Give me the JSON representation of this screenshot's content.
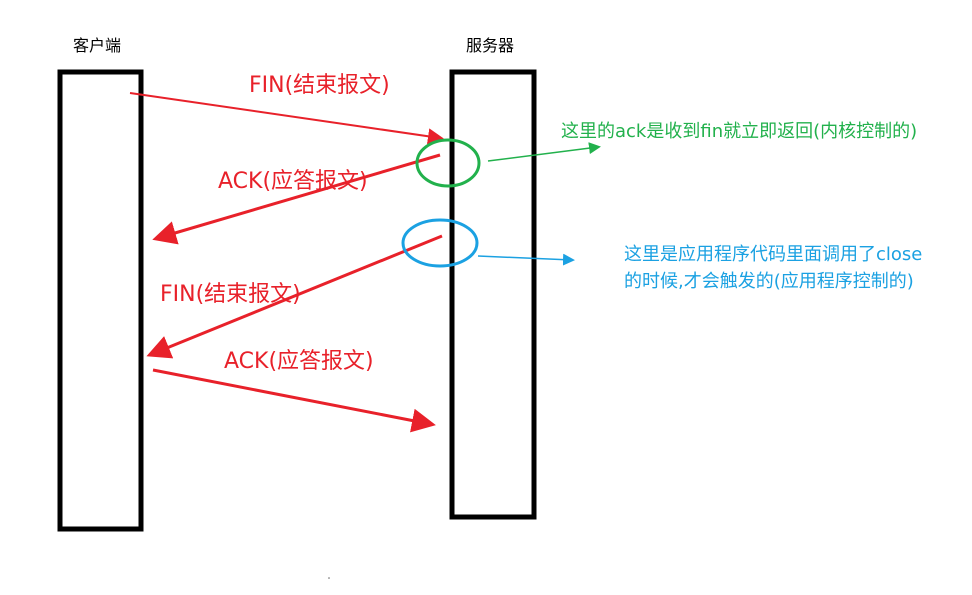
{
  "client": {
    "label": "客户端"
  },
  "server": {
    "label": "服务器"
  },
  "messages": [
    {
      "label": "FIN(结束报文)"
    },
    {
      "label": "ACK(应答报文)"
    },
    {
      "label": "FIN(结束报文)"
    },
    {
      "label": "ACK(应答报文)"
    }
  ],
  "notes": {
    "kernel_ack": "这里的ack是收到fin就立即返回(内核控制的)",
    "app_close_line1": "这里是应用程序代码里面调用了close",
    "app_close_line2": "的时候,才会触发的(应用程序控制的)"
  },
  "colors": {
    "message": "#e8212a",
    "kernel_note": "#22b14c",
    "app_note": "#1ba1e2",
    "box": "#000000"
  }
}
